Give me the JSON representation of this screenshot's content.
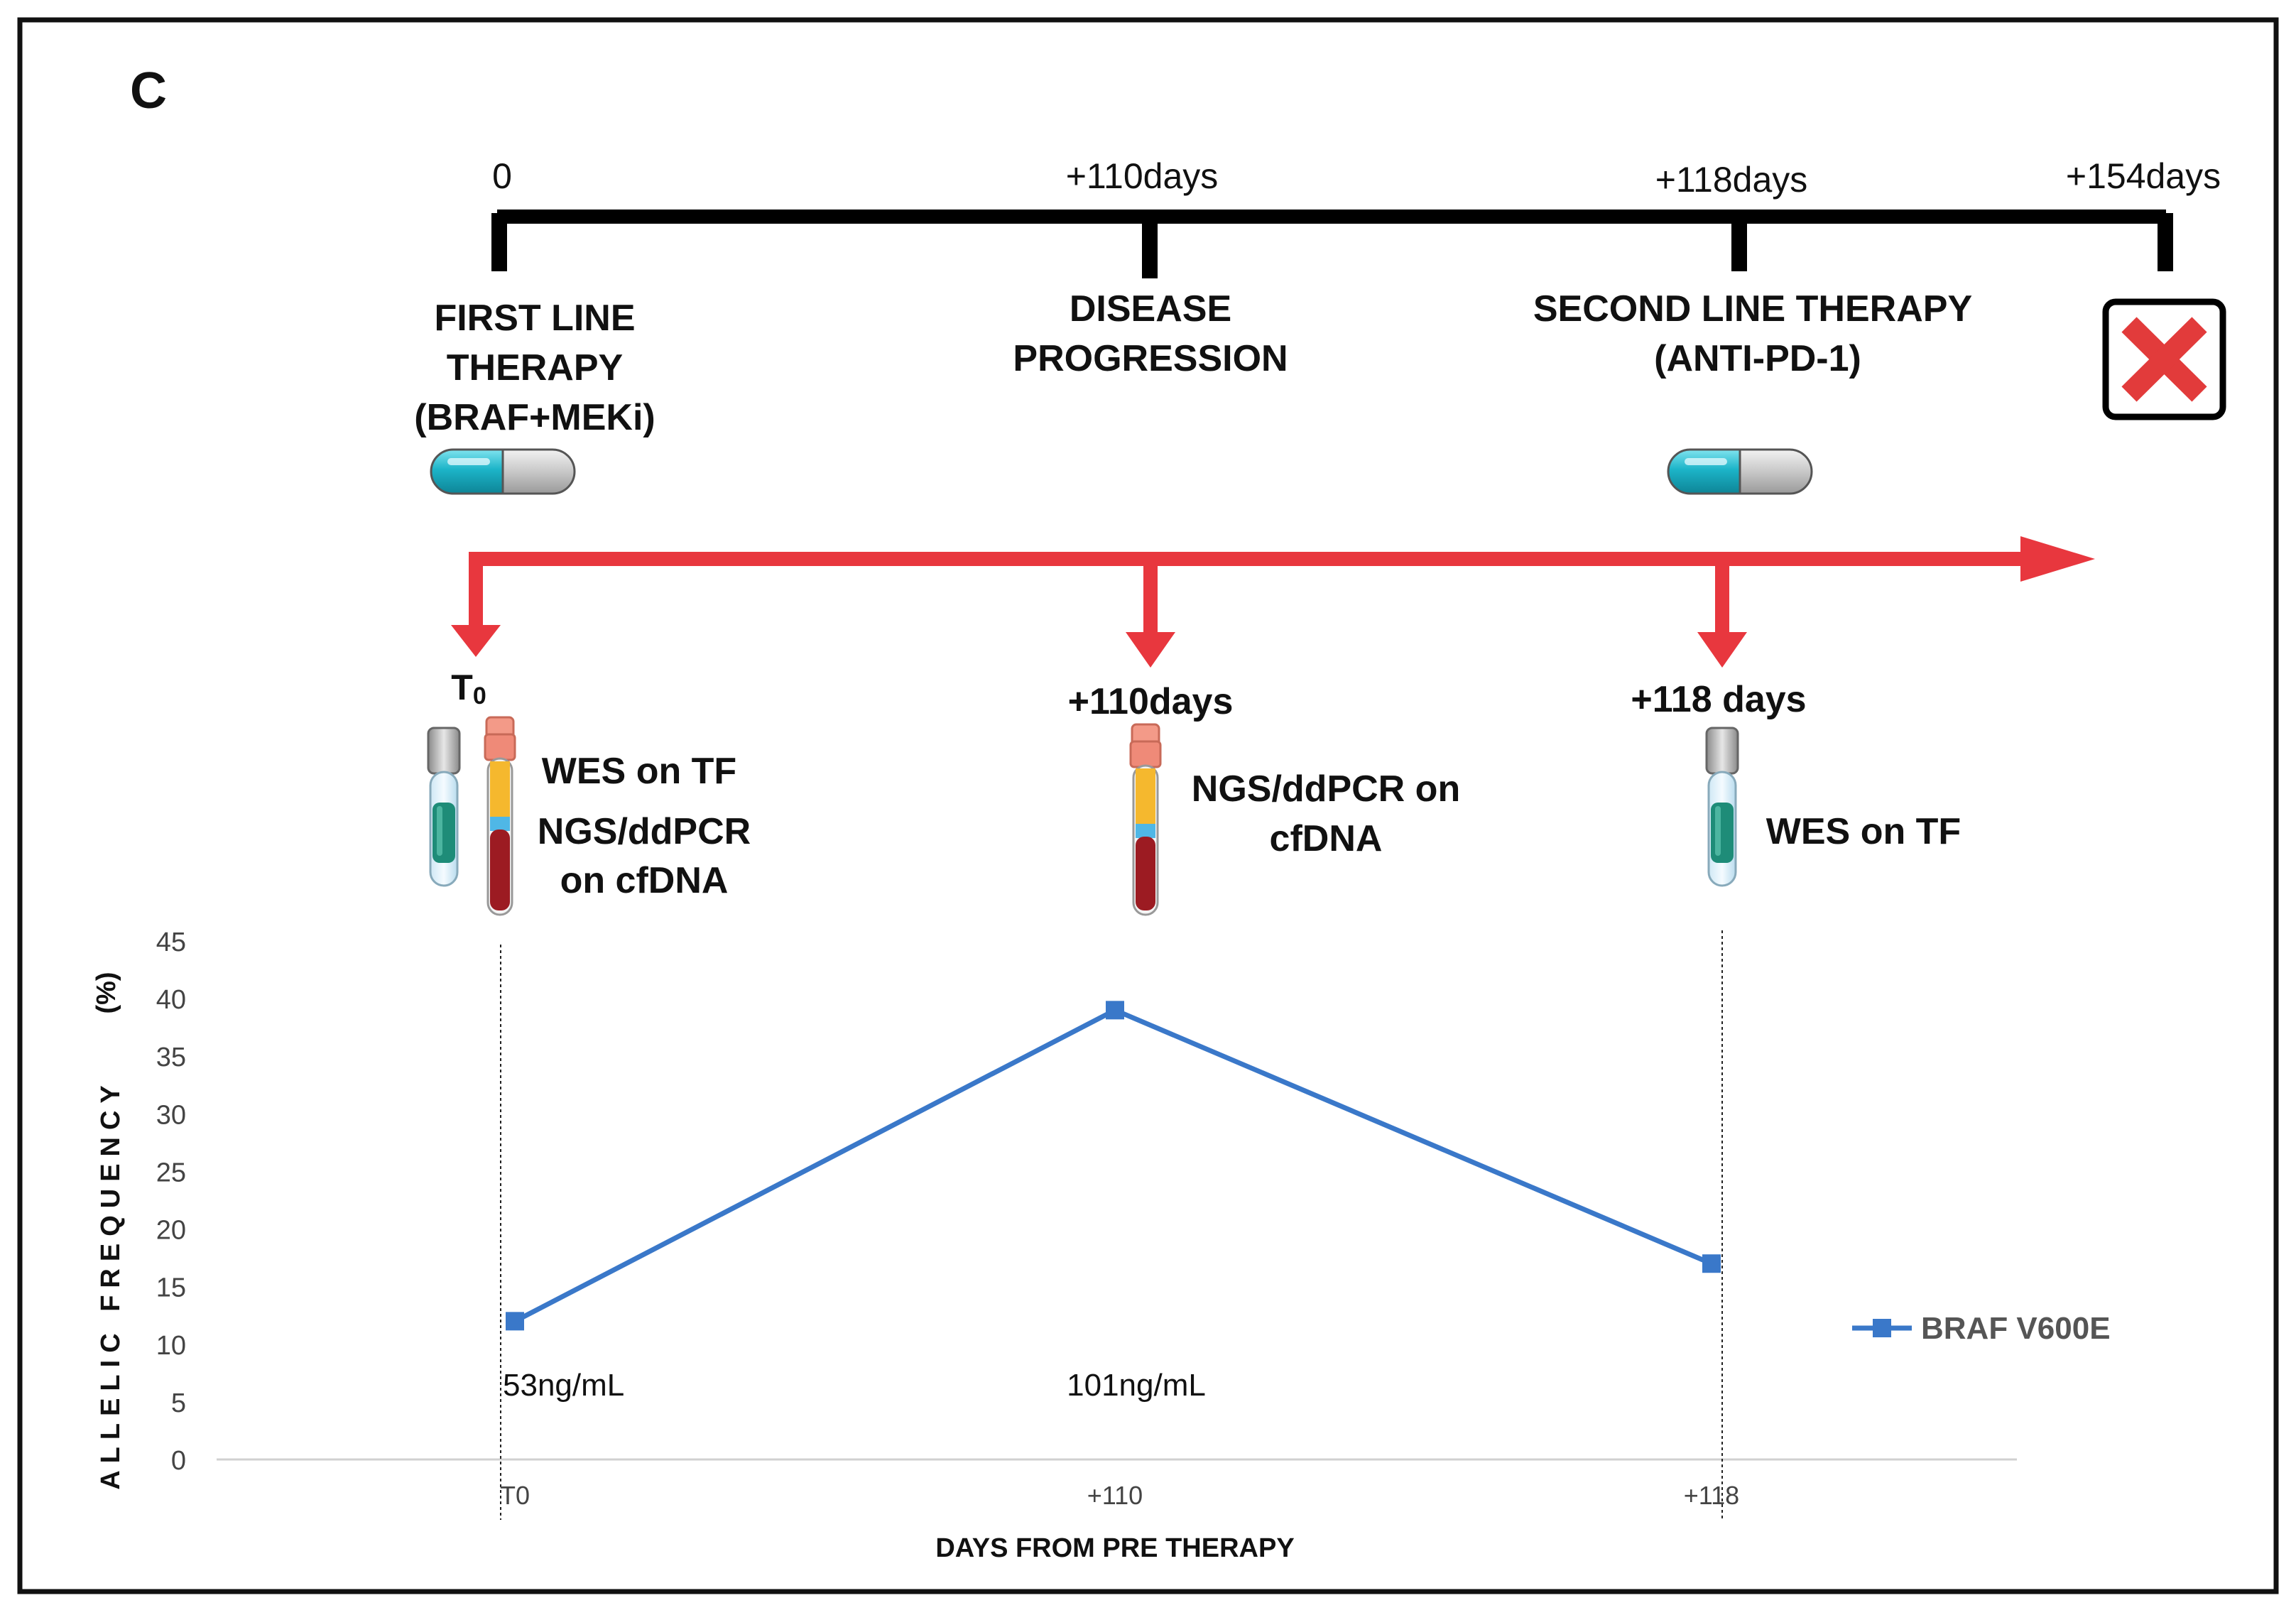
{
  "panel_label": "C",
  "timeline": {
    "ticks": [
      {
        "label": "0"
      },
      {
        "label": "+110days"
      },
      {
        "label": "+118days"
      },
      {
        "label": "+154days"
      }
    ],
    "events": [
      {
        "lines": [
          "FIRST LINE",
          "THERAPY",
          "(BRAF+MEKi)"
        ]
      },
      {
        "lines": [
          "DISEASE",
          "PROGRESSION"
        ]
      },
      {
        "lines": [
          "SECOND LINE THERAPY",
          "(ANTI-PD-1)"
        ]
      }
    ]
  },
  "sampling": {
    "t0": {
      "label_main": "T",
      "label_sub": "0",
      "lines": [
        "WES on TF",
        "NGS/ddPCR",
        "on cfDNA"
      ]
    },
    "d110": {
      "label": "+110days",
      "lines": [
        "NGS/ddPCR on",
        "cfDNA"
      ]
    },
    "d118": {
      "label": "+118 days",
      "lines": [
        "WES on TF"
      ]
    }
  },
  "colors": {
    "red_arrow": "#e8373e",
    "series": "#3a78c9",
    "capsule_cyan": "#1cb4c8",
    "capsule_grey": "#c8c8c8",
    "blood_red": "#9c1b22",
    "plasma_yellow": "#f5b82e",
    "tube_teal": "#1e8c78"
  },
  "icons": [
    "capsule-icon",
    "tube-icon",
    "blood-tube-icon",
    "close-box-icon"
  ],
  "chart_data": {
    "type": "line",
    "categories": [
      "T0",
      "+110",
      "+118"
    ],
    "series": [
      {
        "name": "BRAF V600E",
        "values": [
          12,
          39,
          17
        ]
      }
    ],
    "annotations": [
      "53ng/mL",
      "101ng/mL"
    ],
    "xlabel": "DAYS FROM PRE THERAPY",
    "ylabel": "ALLELIC FREQUENCY",
    "ylabel_unit": "(%)",
    "ylim": [
      0,
      45
    ],
    "yticks": [
      0,
      5,
      10,
      15,
      20,
      25,
      30,
      35,
      40,
      45
    ],
    "grid": false,
    "legend": "right"
  }
}
